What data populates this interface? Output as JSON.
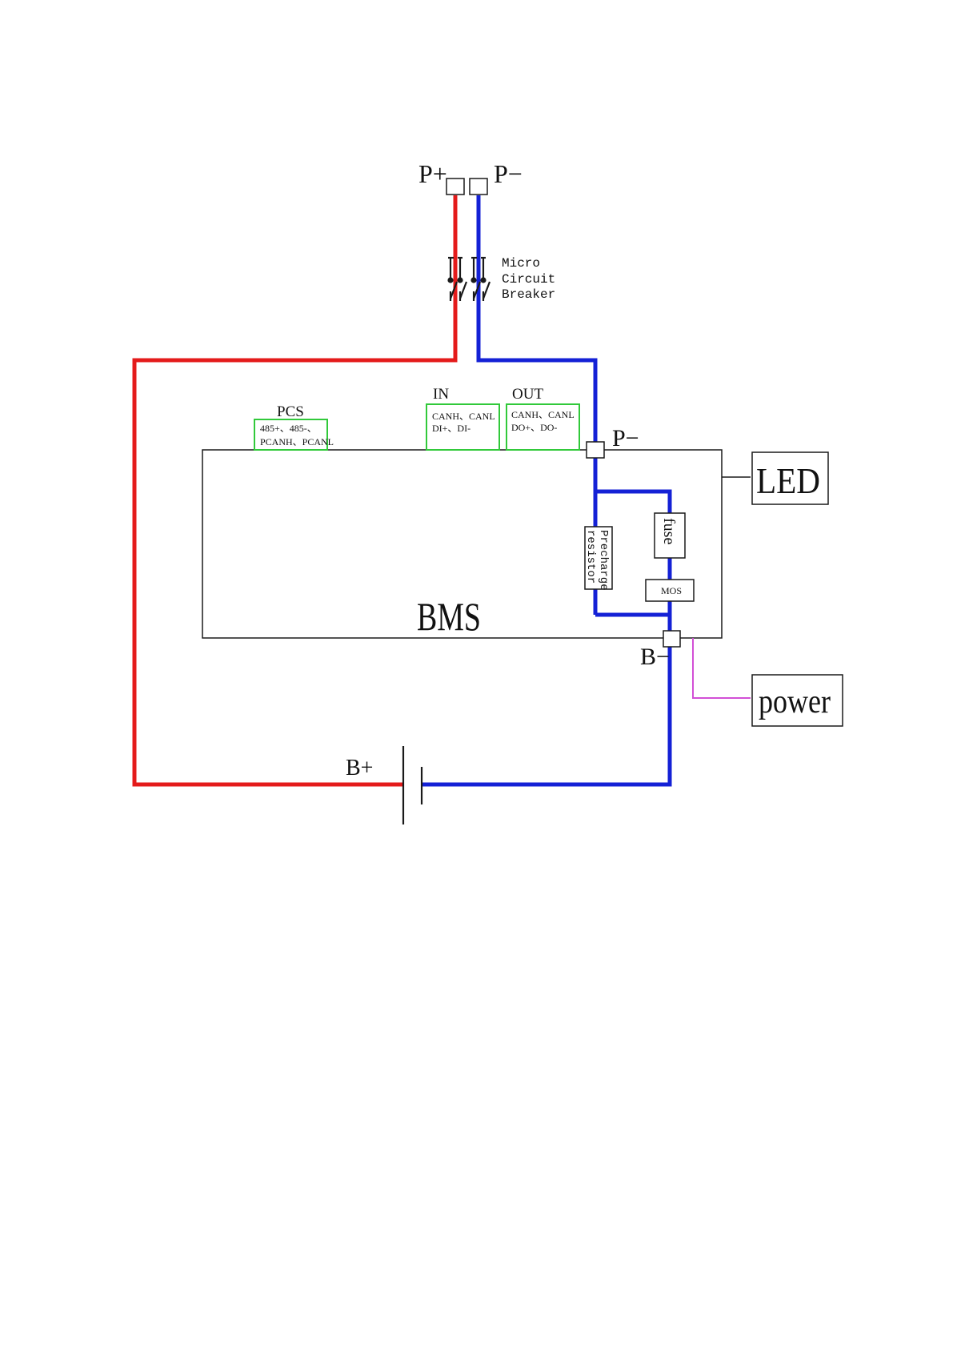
{
  "terminals": {
    "p_plus": "P+",
    "p_minus_top": "P−",
    "p_minus_bms": "P−",
    "b_minus": "B−",
    "b_plus": "B+"
  },
  "breaker": {
    "line1": "Micro",
    "line2": "Circuit",
    "line3": "Breaker"
  },
  "ports": {
    "pcs": {
      "title": "PCS",
      "line1": "485+、485-、",
      "line2": "PCANH、PCANL"
    },
    "in": {
      "title": "IN",
      "line1": "CANH、CANL",
      "line2": "DI+、DI-"
    },
    "out": {
      "title": "OUT",
      "line1": "CANH、CANL",
      "line2": "DO+、DO-"
    }
  },
  "components": {
    "precharge_line1": "Precharge",
    "precharge_line2": "resistor",
    "fuse": "fuse",
    "mos": "MOS",
    "bms": "BMS",
    "led": "LED",
    "power": "power"
  },
  "colors": {
    "positive": "#e41b1b",
    "negative": "#1421d6",
    "signal": "#31c93a",
    "aux": "#d24fd6",
    "outline": "#1a1a1a"
  }
}
